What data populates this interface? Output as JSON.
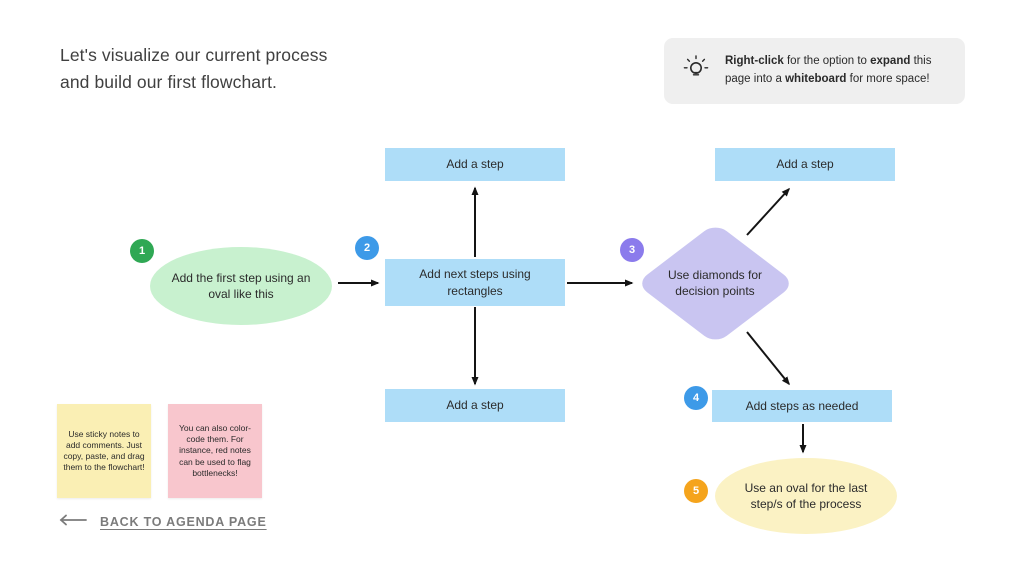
{
  "header": {
    "title_line1": "Let's visualize our current process",
    "title_line2": "and build our first flowchart."
  },
  "tip": {
    "icon": "lightbulb-icon",
    "segments": [
      {
        "text": "Right-click",
        "bold": true
      },
      {
        "text": " for the option to ",
        "bold": false
      },
      {
        "text": "expand",
        "bold": true
      },
      {
        "text": " this page into a ",
        "bold": false
      },
      {
        "text": "whiteboard",
        "bold": true
      },
      {
        "text": " for more space!",
        "bold": false
      }
    ]
  },
  "flowchart": {
    "start_oval": {
      "badge": "1",
      "label": "Add the first step using an oval like this"
    },
    "main_rect": {
      "badge": "2",
      "label": "Add next steps using rectangles"
    },
    "top_step": {
      "label": "Add a step"
    },
    "bottom_step": {
      "label": "Add a step"
    },
    "decision_diamond": {
      "badge": "3",
      "label": "Use diamonds for decision points"
    },
    "topright_step": {
      "label": "Add a step"
    },
    "steps_as_needed": {
      "badge": "4",
      "label": "Add steps as needed"
    },
    "end_oval": {
      "badge": "5",
      "label": "Use an oval for the last step/s of the process"
    },
    "edges": [
      {
        "from": "start_oval",
        "to": "main_rect"
      },
      {
        "from": "main_rect",
        "to": "top_step"
      },
      {
        "from": "main_rect",
        "to": "bottom_step"
      },
      {
        "from": "main_rect",
        "to": "decision_diamond"
      },
      {
        "from": "decision_diamond",
        "to": "topright_step"
      },
      {
        "from": "decision_diamond",
        "to": "steps_as_needed"
      },
      {
        "from": "steps_as_needed",
        "to": "end_oval"
      }
    ]
  },
  "sticky_notes": [
    {
      "text": "Use sticky notes to add comments. Just copy, paste, and drag them to the flowchart!",
      "color": "#faefb4"
    },
    {
      "text": "You can also color-code them. For instance, red notes can be used to flag bottlenecks!",
      "color": "#f8c6cd"
    }
  ],
  "footer": {
    "back_link": "BACK TO AGENDA PAGE"
  },
  "colors": {
    "rect_blue": "#aeddf8",
    "oval_green": "#c8f1cf",
    "diamond_purple": "#c9c5f1",
    "oval_yellow": "#fbf2c4",
    "badge_green": "#2fa854",
    "badge_blue": "#3d9ae8",
    "badge_purple": "#8b7bec",
    "badge_orange": "#f5a41c",
    "sticky_yellow": "#faefb4",
    "sticky_pink": "#f8c6cd",
    "tip_bg": "#efefef",
    "arrow": "#141414",
    "link_gray": "#7b7b7b"
  }
}
